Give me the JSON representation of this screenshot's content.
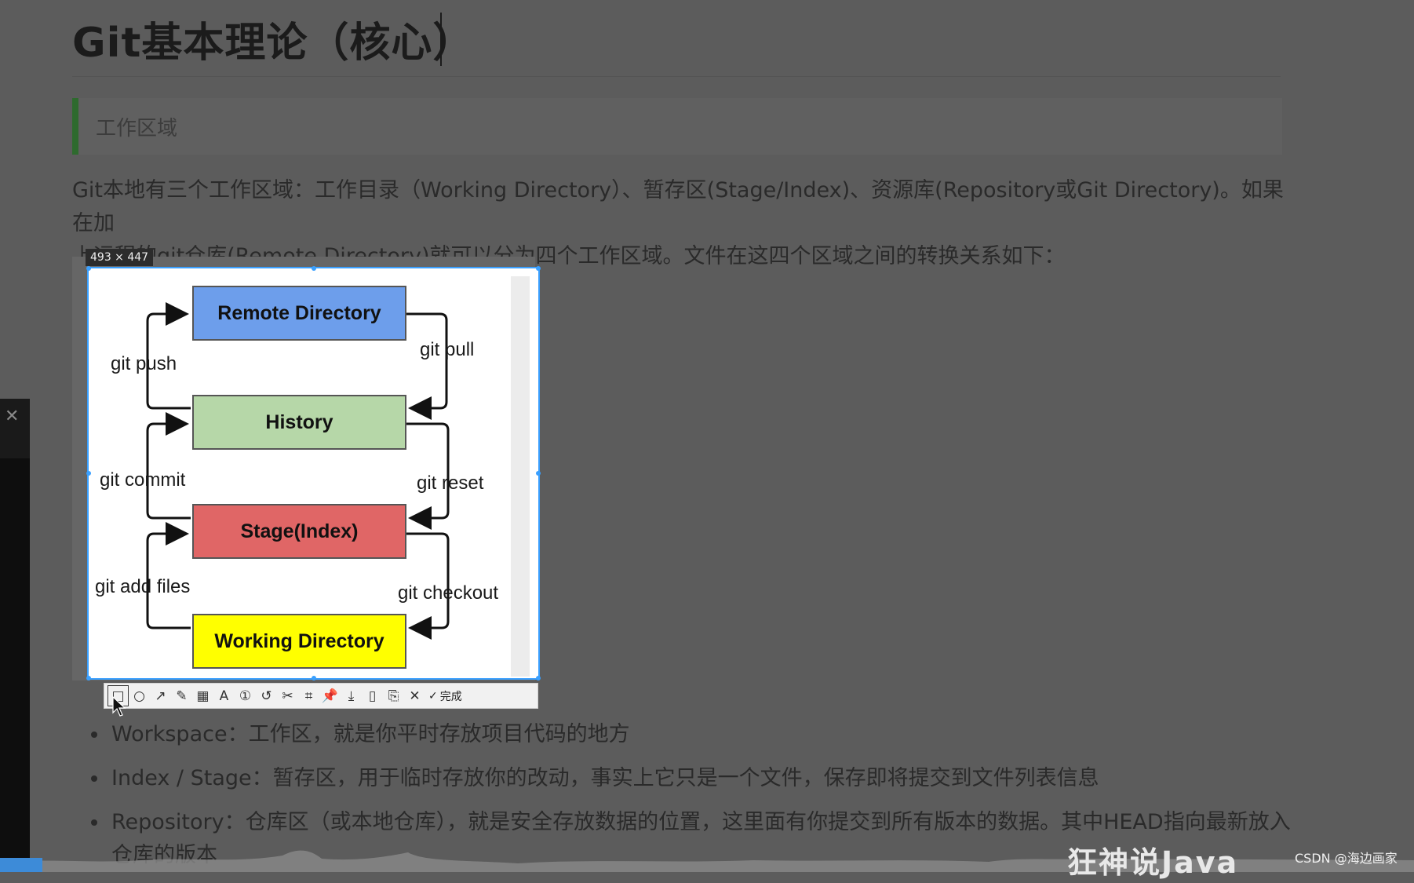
{
  "page": {
    "title": "Git基本理论（核心）",
    "section_heading": "工作区域",
    "intro_line1": "Git本地有三个工作区域：工作目录（Working Directory）、暂存区(Stage/Index)、资源库(Repository或Git Directory)。如果在加",
    "intro_line2": "上远程的git仓库(Remote Directory)就可以分为四个工作区域。文件在这四个区域之间的转换关系如下："
  },
  "screenshot_tool": {
    "size_label": "493 × 447",
    "tools": [
      {
        "name": "rectangle-icon",
        "glyph": "□"
      },
      {
        "name": "circle-icon",
        "glyph": "○"
      },
      {
        "name": "arrow-icon",
        "glyph": "↗"
      },
      {
        "name": "pencil-icon",
        "glyph": "✎"
      },
      {
        "name": "mosaic-icon",
        "glyph": "▦"
      },
      {
        "name": "text-icon",
        "glyph": "A"
      },
      {
        "name": "number-icon",
        "glyph": "①"
      },
      {
        "name": "undo-icon",
        "glyph": "↺"
      },
      {
        "name": "scissors-icon",
        "glyph": "✂"
      },
      {
        "name": "crop-icon",
        "glyph": "⌗"
      },
      {
        "name": "pin-icon",
        "glyph": "📌"
      },
      {
        "name": "download-icon",
        "glyph": "⤓"
      },
      {
        "name": "copy-icon",
        "glyph": "▯"
      },
      {
        "name": "bookmark-icon",
        "glyph": "⎘"
      },
      {
        "name": "cancel-icon",
        "glyph": "✕"
      }
    ],
    "finish_label": "完成"
  },
  "diagram": {
    "boxes": {
      "remote": {
        "label": "Remote Directory",
        "color": "#6d9eeb"
      },
      "history": {
        "label": "History",
        "color": "#b6d7a8"
      },
      "stage": {
        "label": "Stage(Index)",
        "color": "#e06666"
      },
      "working": {
        "label": "Working Directory",
        "color": "#ffff00"
      }
    },
    "labels": {
      "git_push": "git push",
      "git_pull": "git pull",
      "git_commit": "git commit",
      "git_reset": "git reset",
      "git_add": "git add files",
      "git_checkout": "git checkout"
    }
  },
  "bullets": [
    "Workspace：工作区，就是你平时存放项目代码的地方",
    "Index / Stage：暂存区，用于临时存放你的改动，事实上它只是一个文件，保存即将提交到文件列表信息",
    "Repository：仓库区（或本地仓库），就是安全存放数据的位置，这里面有你提交到所有版本的数据。其中HEAD指向最新放入仓库的版本"
  ],
  "video": {
    "watermark": "狂神说Java",
    "credit": "CSDN @海边画家"
  }
}
